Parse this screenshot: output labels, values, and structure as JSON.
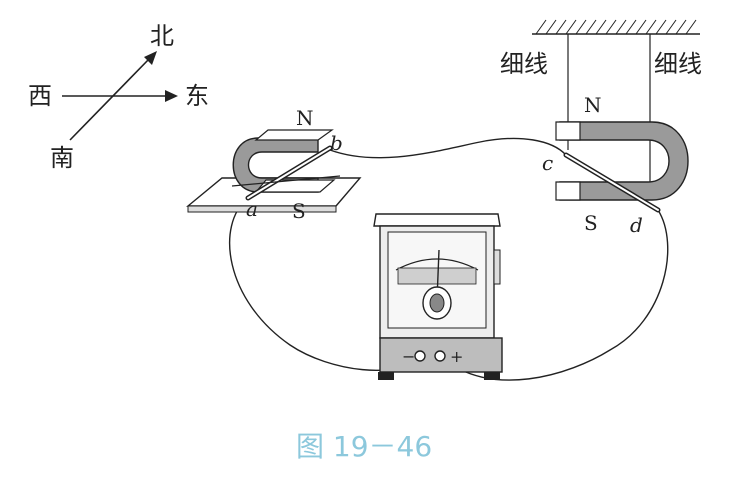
{
  "compass": {
    "north": "北",
    "west": "西",
    "east": "东",
    "south": "南"
  },
  "left_magnet": {
    "pole_top": "N",
    "pole_bottom": "S",
    "point_a": "a",
    "point_b": "b"
  },
  "right_magnet": {
    "thread_left": "细线",
    "thread_right": "细线",
    "pole_top": "N",
    "pole_bottom": "S",
    "point_c": "c",
    "point_d": "d"
  },
  "galvanometer": {
    "minus_label": "−",
    "plus_label": "+"
  },
  "caption": "图 19－46",
  "colors": {
    "ink": "#222222",
    "caption": "#8cc8dc",
    "magnet_shade": "#9a9a9a"
  }
}
